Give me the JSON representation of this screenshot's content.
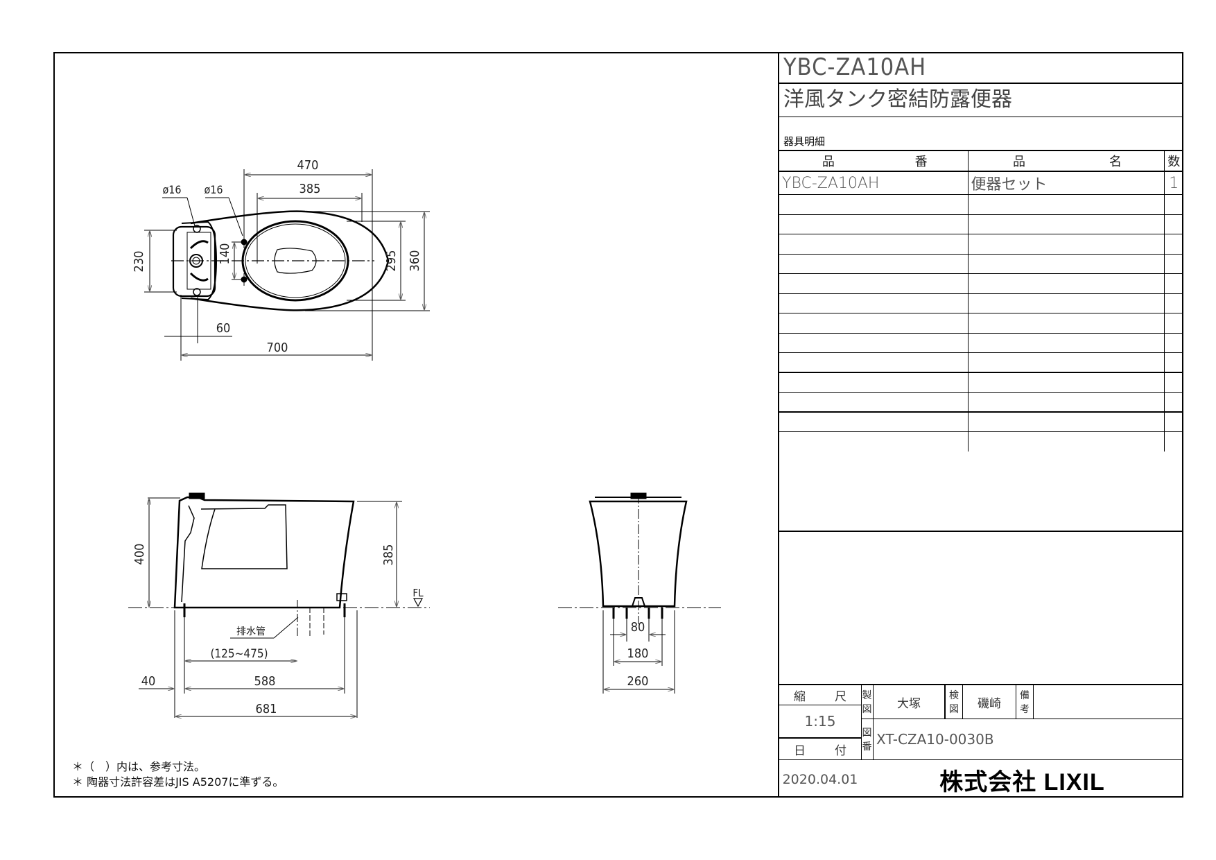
{
  "title_block": {
    "model": "YBC-ZA10AH",
    "product_name": "洋風タンク密結防露便器",
    "section_label": "器具明細",
    "table_headers": {
      "part_number": [
        "品",
        "番"
      ],
      "part_name": [
        "品",
        "名"
      ],
      "quantity": "数"
    },
    "rows": [
      {
        "part_number": "YBC-ZA10AH",
        "part_name": "便器セット",
        "quantity": "1"
      },
      {
        "part_number": "",
        "part_name": "",
        "quantity": ""
      },
      {
        "part_number": "",
        "part_name": "",
        "quantity": ""
      },
      {
        "part_number": "",
        "part_name": "",
        "quantity": ""
      },
      {
        "part_number": "",
        "part_name": "",
        "quantity": ""
      },
      {
        "part_number": "",
        "part_name": "",
        "quantity": ""
      },
      {
        "part_number": "",
        "part_name": "",
        "quantity": ""
      },
      {
        "part_number": "",
        "part_name": "",
        "quantity": ""
      },
      {
        "part_number": "",
        "part_name": "",
        "quantity": ""
      },
      {
        "part_number": "",
        "part_name": "",
        "quantity": ""
      },
      {
        "part_number": "",
        "part_name": "",
        "quantity": ""
      },
      {
        "part_number": "",
        "part_name": "",
        "quantity": ""
      },
      {
        "part_number": "",
        "part_name": "",
        "quantity": ""
      },
      {
        "part_number": "",
        "part_name": "",
        "quantity": ""
      },
      {
        "part_number": "",
        "part_name": "",
        "quantity": ""
      }
    ],
    "scale_label": [
      "縮",
      "尺"
    ],
    "scale_value": "1:15",
    "date_label": [
      "日",
      "付"
    ],
    "date_value": "2020.04.01",
    "drawn_label": [
      "製",
      "図"
    ],
    "drawn_by": "大塚",
    "checked_label": [
      "検",
      "図"
    ],
    "checked_by": "磯崎",
    "remarks_label": [
      "備",
      "考"
    ],
    "drawing_no_label": [
      "図",
      "番"
    ],
    "drawing_no": "XT-CZA10-0030B",
    "company": "株式会社 LIXIL"
  },
  "notes": [
    "＊（　）内は、参考寸法。",
    "＊ 陶器寸法許容差はJIS A5207に準ずる。"
  ],
  "plan_view": {
    "dims": {
      "d470": "470",
      "d385": "385",
      "phi1": "ø16",
      "phi2": "ø16",
      "d230": "230",
      "d140": "140",
      "d295": "295",
      "d360": "360",
      "d60": "60",
      "d700": "700"
    }
  },
  "side_view": {
    "dims": {
      "d400": "400",
      "d385": "385",
      "fl": "FL",
      "drain": "排水管",
      "range": "(125~475)",
      "d40": "40",
      "d588": "588",
      "d681": "681"
    }
  },
  "front_view": {
    "dims": {
      "d80": "80",
      "d180": "180",
      "d260": "260"
    }
  }
}
